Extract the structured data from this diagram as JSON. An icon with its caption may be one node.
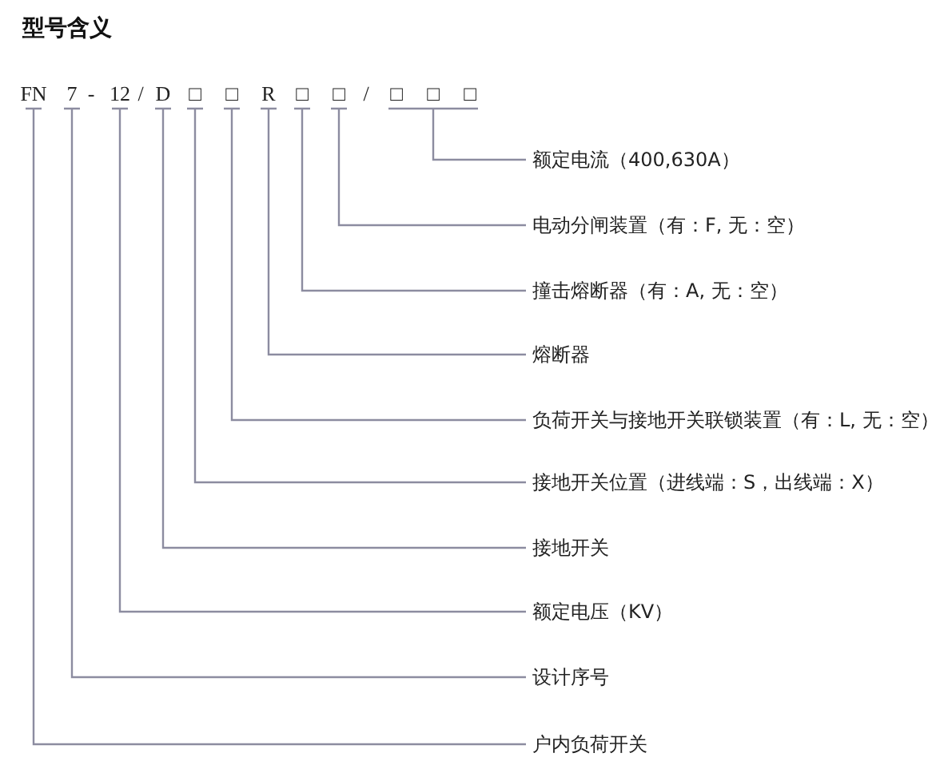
{
  "diagram": {
    "title": "型号含义",
    "nodes": [
      {
        "text": [
          "FN"
        ]
      },
      {
        "text": [
          "7"
        ]
      },
      {
        "text": [
          "12"
        ]
      },
      {
        "text": [
          "D"
        ]
      },
      {
        "text": [
          "□"
        ]
      },
      {
        "text": [
          "□"
        ]
      },
      {
        "text": [
          "R"
        ]
      },
      {
        "text": [
          "□"
        ]
      },
      {
        "text": [
          "□"
        ]
      },
      {
        "text": [
          "□"
        ]
      },
      {
        "text": [
          "□"
        ]
      },
      {
        "text": [
          "□"
        ]
      },
      {
        "text": [
          "额定电流（400,630A）"
        ]
      },
      {
        "text": [
          "电动分闸装置（有：F, 无：空）"
        ]
      },
      {
        "text": [
          "撞击熔断器（有：A, 无：空）"
        ]
      },
      {
        "text": [
          "熔断器"
        ]
      },
      {
        "text": [
          "负荷开关与接地开关联锁装置（有：L, 无：空）"
        ]
      },
      {
        "text": [
          "接地开关位置（进线端：S，出线端：X）"
        ]
      },
      {
        "text": [
          "接地开关"
        ]
      },
      {
        "text": [
          "额定电压（KV）"
        ]
      },
      {
        "text": [
          "设计序号"
        ]
      },
      {
        "text": [
          "户内负荷开关"
        ]
      }
    ],
    "edges": [
      {
        "from": 9,
        "to": 12,
        "arrow": "none"
      },
      {
        "from": 10,
        "to": 12,
        "arrow": "none"
      },
      {
        "from": 11,
        "to": 12,
        "arrow": "none"
      },
      {
        "from": 8,
        "to": 13,
        "arrow": "none"
      },
      {
        "from": 7,
        "to": 14,
        "arrow": "none"
      },
      {
        "from": 6,
        "to": 15,
        "arrow": "none"
      },
      {
        "from": 5,
        "to": 16,
        "arrow": "none"
      },
      {
        "from": 4,
        "to": 17,
        "arrow": "none"
      },
      {
        "from": 3,
        "to": 18,
        "arrow": "none"
      },
      {
        "from": 2,
        "to": 19,
        "arrow": "none"
      },
      {
        "from": 1,
        "to": 20,
        "arrow": "none"
      },
      {
        "from": 0,
        "to": 21,
        "arrow": "none"
      }
    ],
    "labels": [
      "-",
      "/",
      "/"
    ]
  }
}
